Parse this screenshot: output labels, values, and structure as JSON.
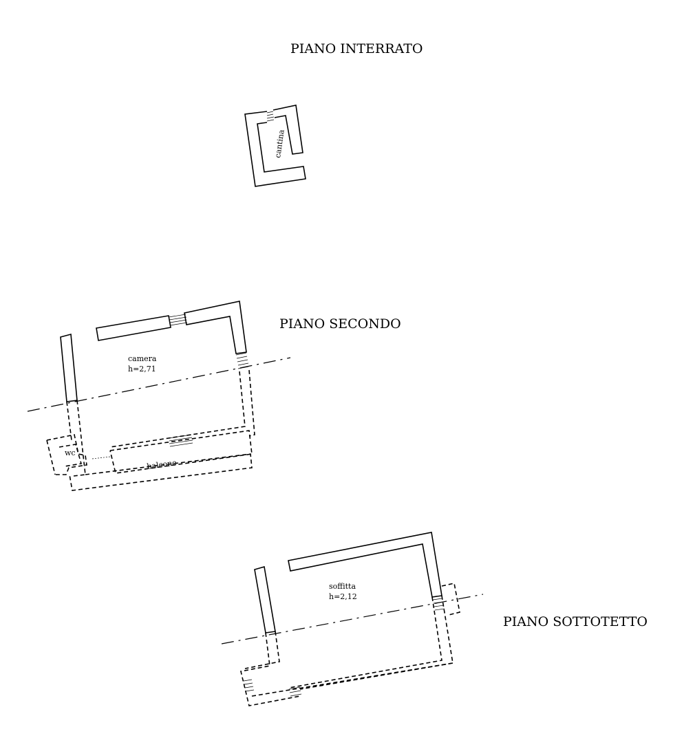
{
  "floors": {
    "basement": {
      "title": "PIANO INTERRATO",
      "rooms": {
        "cellar": "cantina"
      }
    },
    "second": {
      "title": "PIANO SECONDO",
      "rooms": {
        "bedroom": "camera",
        "bedroom_height": "h=2,71",
        "wc": "wc",
        "balcony": "balcone"
      }
    },
    "attic": {
      "title": "PIANO SOTTOTETTO",
      "rooms": {
        "loft": "soffitta",
        "loft_height": "h=2,12"
      }
    }
  }
}
